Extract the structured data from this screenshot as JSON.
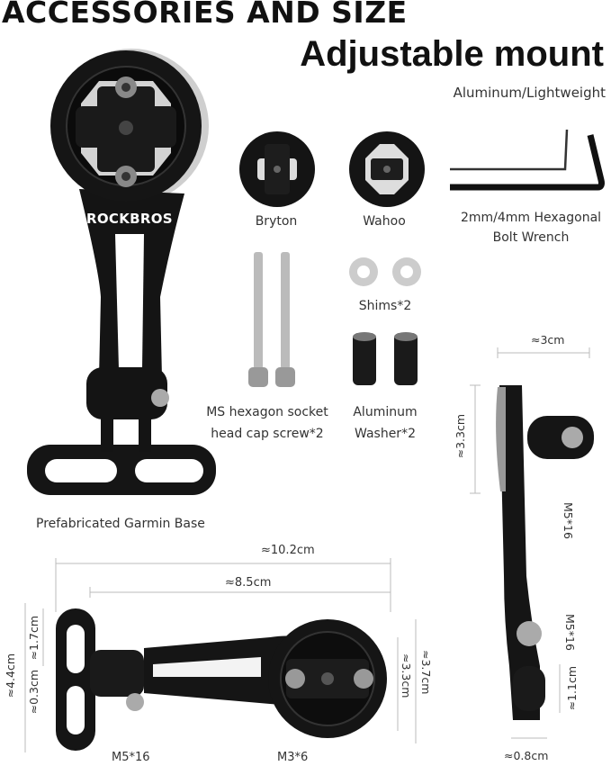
{
  "header": {
    "title": "ACCESSORIES AND SIZE",
    "subtitle": "Adjustable mount",
    "tagline": "Aluminum/Lightweight"
  },
  "brand": "ROCKBROS",
  "accessories": {
    "bryton": "Bryton",
    "wahoo": "Wahoo",
    "wrench_line1": "2mm/4mm Hexagonal",
    "wrench_line2": "Bolt Wrench",
    "shims": "Shims*2",
    "screw_line1": "MS hexagon socket",
    "screw_line2": "head cap screw*2",
    "washer_line1": "Aluminum",
    "washer_line2": "Washer*2",
    "garmin_base": "Prefabricated Garmin Base"
  },
  "dimensions": {
    "side_width": "≈3cm",
    "side_height": "≈3.3cm",
    "side_bolt_top": "M5*16",
    "side_bolt_bottom": "M5*16",
    "side_clamp": "≈1.1cm",
    "side_thickness": "≈0.8cm",
    "total_length": "≈10.2cm",
    "arm_length": "≈8.5cm",
    "clamp_gap": "≈1.7cm",
    "clamp_thick": "≈0.3cm",
    "clamp_height": "≈4.4cm",
    "head_inner": "≈3.3cm",
    "head_outer": "≈3.7cm",
    "bolt_bottom": "M5*16",
    "bolt_head": "M3*6"
  }
}
